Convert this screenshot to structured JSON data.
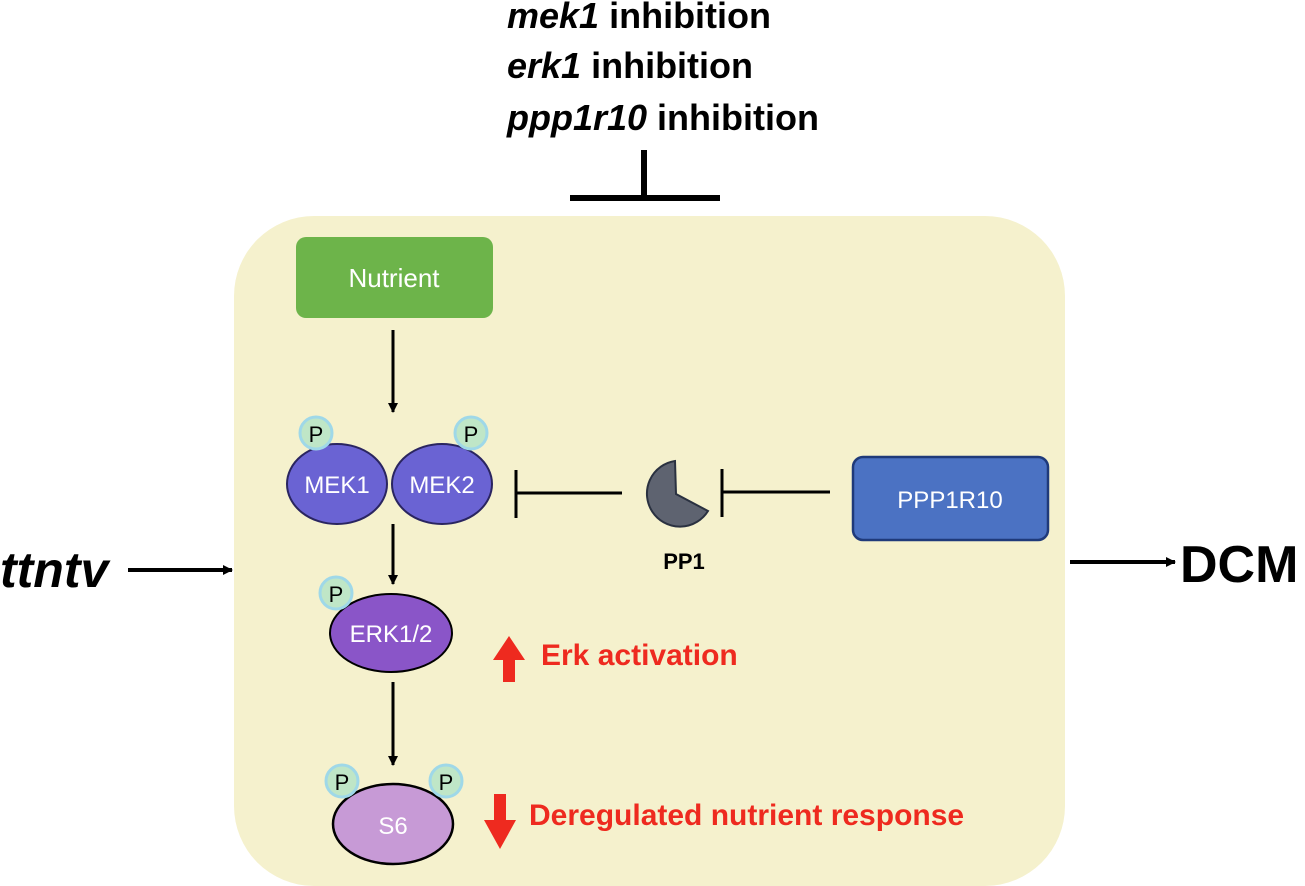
{
  "inhibitions": [
    {
      "gene": "mek1",
      "suffix": " inhibition"
    },
    {
      "gene": "erk1",
      "suffix": " inhibition"
    },
    {
      "gene": "ppp1r10",
      "suffix": " inhibition"
    }
  ],
  "nodes": {
    "nutrient": "Nutrient",
    "mek1": "MEK1",
    "mek2": "MEK2",
    "erk": "ERK1/2",
    "s6": "S6",
    "pp1": "PP1",
    "ppp1r10": "PPP1R10",
    "phospho": "P"
  },
  "input_label": "ttntv",
  "output_label": "DCM",
  "annotations": {
    "erk_activation": "Erk activation",
    "nutrient_response": "Deregulated nutrient response"
  },
  "colors": {
    "cell_bg": "#f5f1cd",
    "nutrient": "#6db44a",
    "mek": "#6a63d3",
    "erk": "#8a55c8",
    "s6": "#c79ad6",
    "pp1": "#5e6370",
    "ppp1r10": "#4b72c3",
    "phospho_fill": "#bfe6c7",
    "phospho_ring": "#9fd8e8",
    "red": "#ee2a1f"
  }
}
